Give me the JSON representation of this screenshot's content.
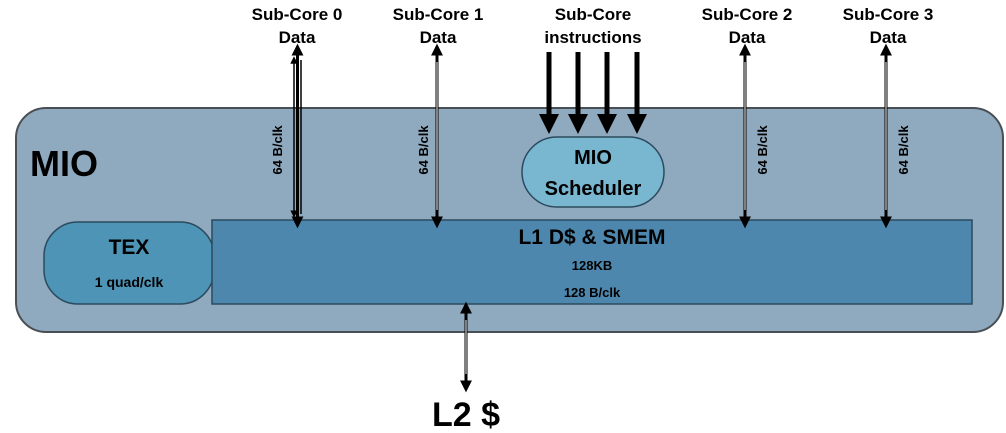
{
  "mio": {
    "title": "MIO",
    "fill": "#8fa9bf",
    "stroke": "#4a4f55"
  },
  "tex": {
    "title": "TEX",
    "rate": "1 quad/clk",
    "fill": "#4e94b6"
  },
  "l1": {
    "title": "L1 D$ & SMEM",
    "size": "128KB",
    "bandwidth": "128 B/clk",
    "fill": "#4e87ad"
  },
  "scheduler": {
    "line1": "MIO",
    "line2": "Scheduler",
    "fill": "#79b6cf"
  },
  "subcores": [
    {
      "line1": "Sub-Core 0",
      "line2": "Data",
      "bw": "64 B/clk"
    },
    {
      "line1": "Sub-Core 1",
      "line2": "Data",
      "bw": "64 B/clk"
    },
    {
      "line1": "Sub-Core",
      "line2": "instructions"
    },
    {
      "line1": "Sub-Core 2",
      "line2": "Data",
      "bw": "64 B/clk"
    },
    {
      "line1": "Sub-Core 3",
      "line2": "Data",
      "bw": "64 B/clk"
    }
  ],
  "l2": {
    "label": "L2 $"
  }
}
